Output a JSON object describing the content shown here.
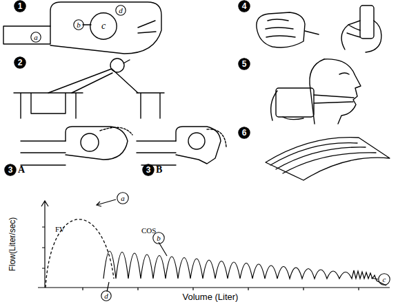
{
  "diagram": {
    "nodes": [
      {
        "text": [
          "1"
        ]
      },
      {
        "text": [
          "d"
        ]
      },
      {
        "text": [
          "b"
        ]
      },
      {
        "text": [
          "c"
        ]
      },
      {
        "text": [
          "a"
        ]
      },
      {
        "text": [
          "4"
        ]
      },
      {
        "text": [
          "2"
        ]
      },
      {
        "text": [
          "5"
        ]
      },
      {
        "text": [
          "3"
        ]
      },
      {
        "text": [
          "3"
        ]
      },
      {
        "text": [
          "6"
        ]
      },
      {
        "text": [
          "a"
        ]
      },
      {
        "text": [
          "b"
        ]
      },
      {
        "text": [
          "d"
        ]
      },
      {
        "text": [
          "c"
        ]
      }
    ],
    "labels": [
      "A",
      "B",
      "FV",
      "COS",
      "Flow(Liter/sec)",
      "Volume (Liter)"
    ]
  }
}
